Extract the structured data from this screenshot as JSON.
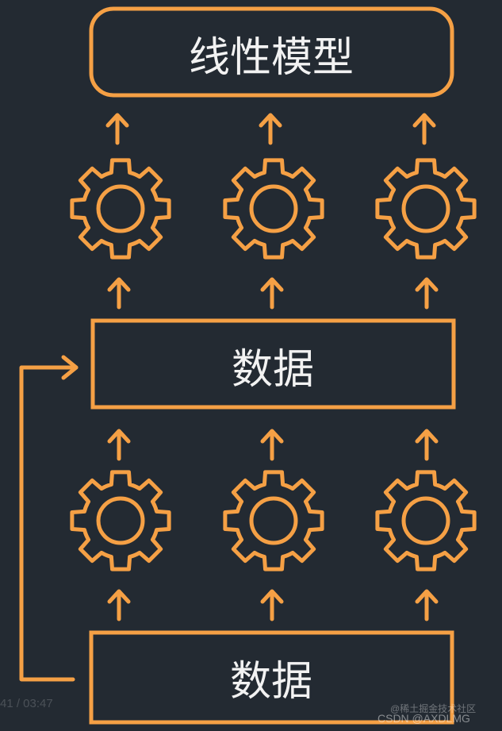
{
  "diagram": {
    "top_box_label": "线性模型",
    "middle_box_label": "数据",
    "bottom_box_label": "数据"
  },
  "colors": {
    "background": "#232a32",
    "accent": "#f5a045",
    "text": "#f2f2f2"
  },
  "icons": {
    "gear": "gear-icon",
    "arrow": "arrow-up-icon"
  },
  "overlay": {
    "video_time": "41 / 03:47",
    "watermark_cn": "@稀土掘金技术社区",
    "watermark_csdn": "CSDN @AXDLMG"
  }
}
